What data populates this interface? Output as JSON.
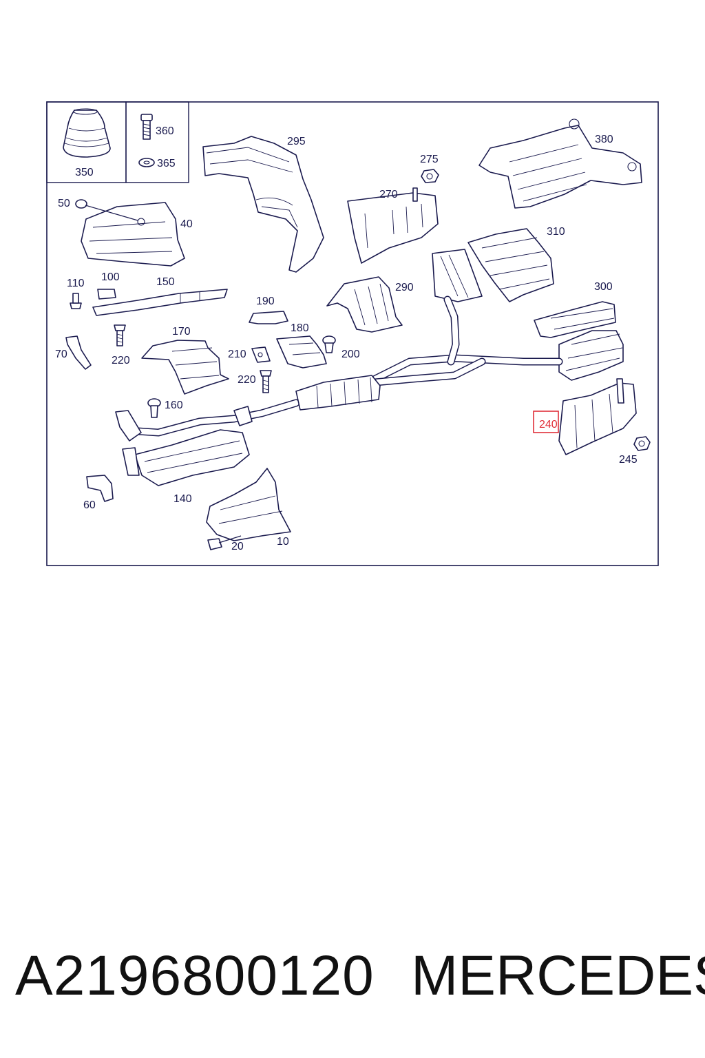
{
  "diagram": {
    "labels": {
      "p10": "10",
      "p20": "20",
      "p40": "40",
      "p50": "50",
      "p60": "60",
      "p70": "70",
      "p100": "100",
      "p110": "110",
      "p140": "140",
      "p150": "150",
      "p160": "160",
      "p170": "170",
      "p180": "180",
      "p190": "190",
      "p200": "200",
      "p210": "210",
      "p220a": "220",
      "p220b": "220",
      "p240": "240",
      "p245": "245",
      "p270": "270",
      "p275": "275",
      "p290": "290",
      "p295": "295",
      "p300": "300",
      "p310": "310",
      "p350": "350",
      "p360": "360",
      "p365": "365",
      "p380": "380"
    },
    "highlight_color": "#e0303a",
    "line_color": "#1a1a4e"
  },
  "caption": {
    "part_number": "A2196800120",
    "brand": "MERCEDES"
  }
}
